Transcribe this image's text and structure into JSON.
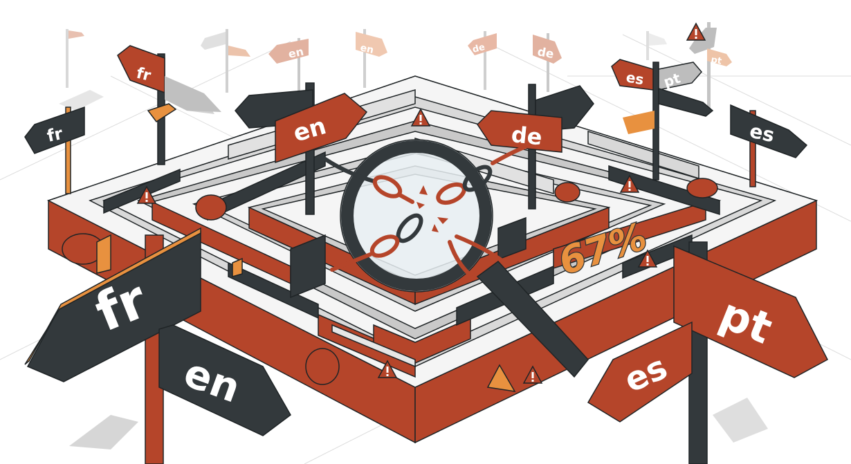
{
  "illustration": {
    "subject": "isometric maze with language signposts and magnifying glass over broken chain",
    "colors": {
      "rust": "#b5452a",
      "dark_slate": "#33393c",
      "orange": "#e8913f",
      "light_gray": "#d9d9d9",
      "wall_gray": "#c7c7c7",
      "outline": "#1f2426",
      "background": "#ffffff",
      "faded_rust": "#e2b2a0",
      "faded_gray": "#d3d3d3"
    },
    "progress_label": "67%",
    "signs": {
      "bg_fr_small": "fr",
      "bg_en_1": "en",
      "bg_en_2": "en",
      "bg_de_1": "de",
      "bg_de_2": "de",
      "bg_pt": "pt",
      "mid_fr_left": "fr",
      "mid_en_center": "en",
      "mid_de_center": "de",
      "mid_es_right": "es",
      "mid_pt_right": "pt",
      "mid_es_far_right": "es",
      "front_fr": "fr",
      "front_en": "en",
      "front_pt": "pt",
      "front_es": "es"
    },
    "warning_glyph": "!",
    "warning_count": 7
  }
}
